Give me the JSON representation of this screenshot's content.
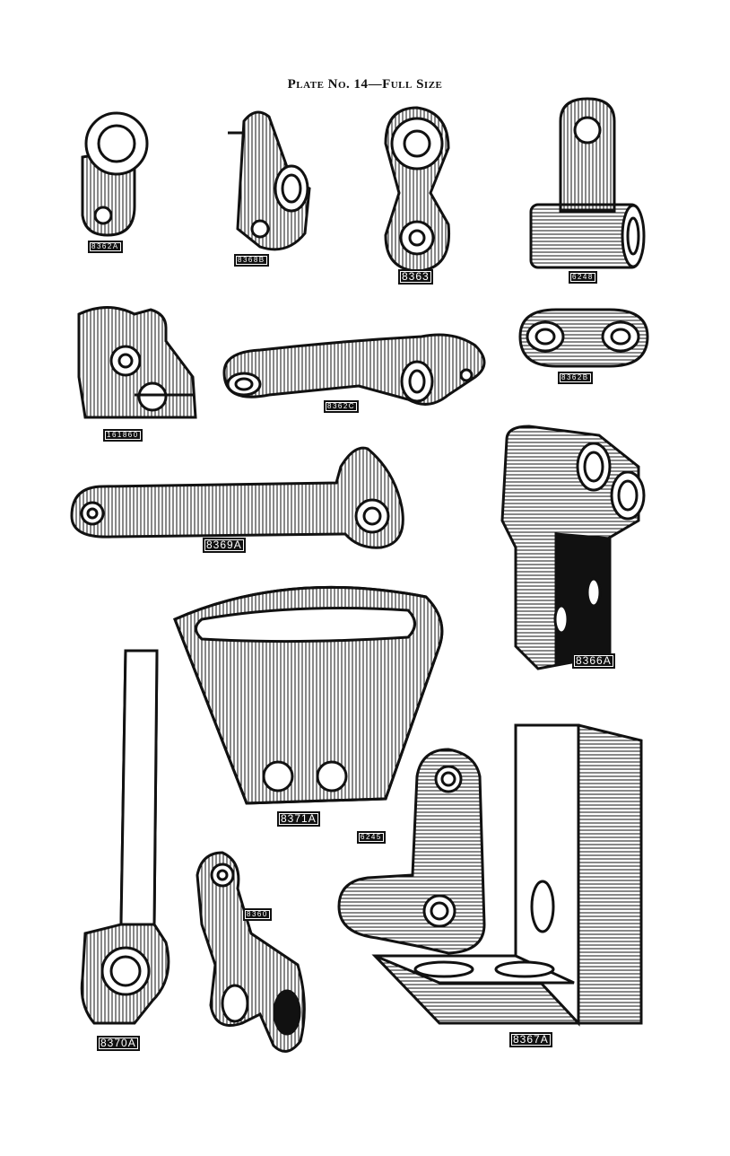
{
  "plate": {
    "title_prefix": "Plate No. 14",
    "title_dash": "—",
    "title_suffix": "Full Size"
  },
  "parts": [
    {
      "id": "8362A"
    },
    {
      "id": "8368B"
    },
    {
      "id": "8363"
    },
    {
      "id": "6248"
    },
    {
      "id": "161860"
    },
    {
      "id": "8362C"
    },
    {
      "id": "8362B"
    },
    {
      "id": "8369A"
    },
    {
      "id": "8366A"
    },
    {
      "id": "8371A"
    },
    {
      "id": "6245"
    },
    {
      "id": "8360"
    },
    {
      "id": "8370A"
    },
    {
      "id": "8367A"
    }
  ],
  "colors": {
    "ink": "#111111",
    "paper": "#ffffff"
  }
}
